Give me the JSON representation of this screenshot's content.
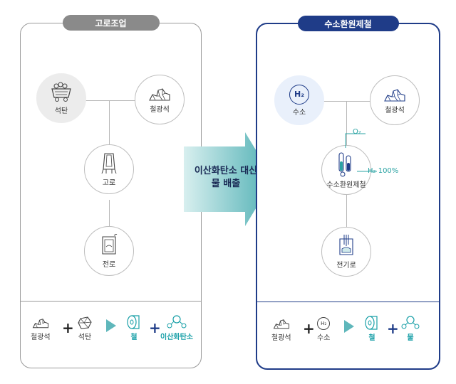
{
  "left_panel": {
    "title": "고로조업",
    "nodes": {
      "coal": "석탄",
      "iron_ore": "철광석",
      "blast_furnace": "고로",
      "converter": "전로"
    },
    "equation": {
      "a": "철광석",
      "b": "석탄",
      "c": "철",
      "d": "이산화탄소"
    }
  },
  "center_arrow": {
    "line1": "이산화탄소 대신",
    "line2": "물 배출"
  },
  "right_panel": {
    "title": "수소환원제철",
    "nodes": {
      "hydrogen": "수소",
      "iron_ore": "철광석",
      "reduction": "수소환원제철",
      "electric_furnace": "전기로"
    },
    "annotations": {
      "o2": "O₂",
      "h2": "H₂ 100%"
    },
    "h2_symbol": "H₂",
    "equation": {
      "a": "철광석",
      "b": "수소",
      "c": "철",
      "d": "물"
    }
  },
  "colors": {
    "left_border": "#9a9a9a",
    "right_border": "#1f3c88",
    "teal": "#1aa0a8",
    "arrow_start": "#cfe9ea",
    "arrow_end": "#5fb7bb"
  }
}
